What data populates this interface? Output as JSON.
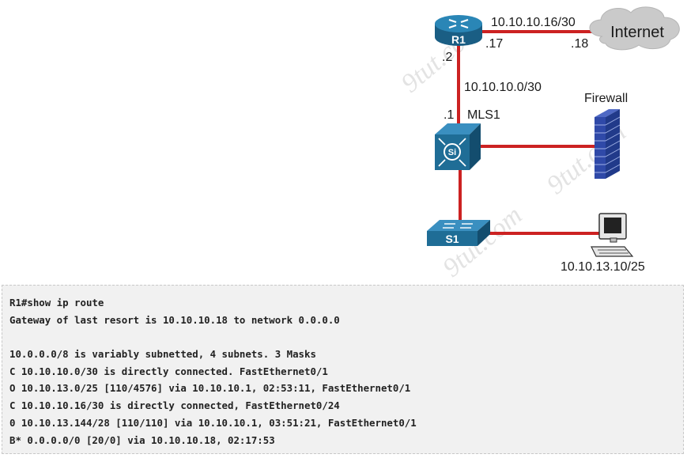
{
  "diagram": {
    "subnets": {
      "top": "10.10.10.16/30",
      "vertical": "10.10.10.0/30"
    },
    "interfaces": {
      "r1_right": ".17",
      "internet_side": ".18",
      "r1_bottom": ".2",
      "mls1_top": ".1"
    },
    "devices": {
      "r1": "R1",
      "mls1": "MLS1",
      "mls1_badge": "Si",
      "s1": "S1",
      "internet": "Internet",
      "firewall": "Firewall",
      "pc": "10.10.13.10/25"
    },
    "watermarks": [
      "9tut.com",
      "9tut.com",
      "9tut.com"
    ],
    "colors": {
      "link": "#cc2222",
      "device": "#1f6d96",
      "cloud": "#c9c9c9",
      "firewall": "#2f49a8"
    }
  },
  "console": {
    "lines": [
      "R1#show ip route",
      "Gateway of last resort is 10.10.10.18 to network 0.0.0.0",
      "",
      "10.0.0.0/8 is variably subnetted, 4 subnets. 3 Masks",
      "C 10.10.10.0/30 is directly connected. FastEthernet0/1",
      "O 10.10.13.0/25 [110/4576] via 10.10.10.1, 02:53:11, FastEthernet0/1",
      "C 10.10.10.16/30 is directly connected, FastEthernet0/24",
      "0 10.10.13.144/28 [110/110] via 10.10.10.1, 03:51:21, FastEthernet0/1",
      "B* 0.0.0.0/0 [20/0] via 10.10.10.18, 02:17:53"
    ]
  }
}
